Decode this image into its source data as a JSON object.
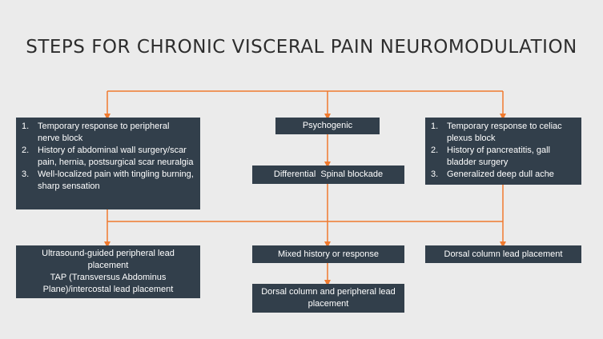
{
  "title": "STEPS FOR CHRONIC VISCERAL PAIN NEUROMODULATION",
  "colors": {
    "background": "#ebebeb",
    "box": "#323f4b",
    "connector": "#f07a2e",
    "text": "#ffffff"
  },
  "left_box": {
    "items": [
      {
        "num": "1.",
        "text": "Temporary response to peripheral nerve block"
      },
      {
        "num": "2.",
        "text": "History of abdominal wall surgery/scar pain, hernia, postsurgical scar neuralgia"
      },
      {
        "num": "3.",
        "text": "Well-localized pain with tingling burning, sharp sensation"
      }
    ]
  },
  "middle": {
    "psychogenic": "Psychogenic",
    "differential": "Differential  Spinal blockade"
  },
  "right_box": {
    "items": [
      {
        "num": "1.",
        "text": "Temporary response to celiac plexus block"
      },
      {
        "num": "2.",
        "text": "History of pancreatitis, gall bladder surgery"
      },
      {
        "num": "3.",
        "text": "Generalized deep dull ache"
      }
    ]
  },
  "outcomes": {
    "peripheral_line1": "Ultrasound-guided peripheral lead placement",
    "peripheral_line2": "TAP (Transversus Abdominus Plane)/intercostal lead placement",
    "mixed": "Mixed history or response",
    "dorsal_column": "Dorsal column lead placement",
    "dorsal_and_peripheral": "Dorsal column and peripheral lead placement"
  }
}
